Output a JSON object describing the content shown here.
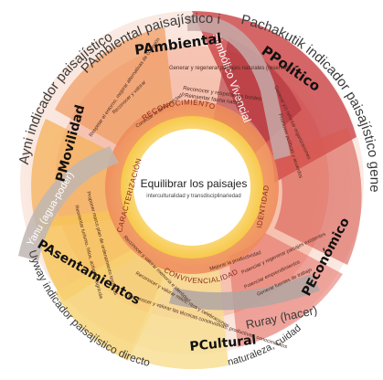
{
  "center": {
    "title": "Equilibrar los paisajes",
    "subtitle": "interculturalidad y transdisciplinariedad"
  },
  "outer_ring": {
    "top": "PAmbiental paisajístico inclusivo",
    "pachakutik": "Pachakutik indicador paisajístico generador de cambios",
    "ayni": "Ayni indicador paisajístico",
    "uyway": "Uyway indicador paisajístico directo",
    "bottom_right": "naturaleza, cuidado",
    "ruray": "Ruray (hacer)",
    "yanu": "Yanu (agua-poder)",
    "simbolico": "Simbólico Vivencial"
  },
  "sectors": [
    {
      "key": "ambiental",
      "label": "PAmbiental",
      "items": [
        "Generar y regenerar paisajes naturales (reservas)",
        "Reconocer y respetar los bordes",
        "Reinsertar fauna nativa"
      ]
    },
    {
      "key": "politico",
      "label": "PPolítico",
      "items": [
        "Generar y/o reforzar organizaciones",
        "Promover políticas y acuerdos"
      ]
    },
    {
      "key": "economico",
      "label": "PEconómico",
      "items": [
        "Potenciar y regenerar paisajes existentes",
        "Potenciar emprendimientos",
        "Generar fuentes de trabajo",
        "Mejorar la productividad"
      ]
    },
    {
      "key": "cultural",
      "label": "PCultural",
      "items": [
        "Reconocer y valorar las técnicas constructivas, productivas, conocimientos",
        "Reconocer y valorar mitos, ritos y celebraciones",
        "Reconocer y valorar memoria e identidad"
      ]
    },
    {
      "key": "asentamientos",
      "label": "PAsentamientos",
      "items": [
        "Proponer marco plan de ordenamiento territorial",
        "Reorientar turismo, hitos, actividad agrícola"
      ]
    },
    {
      "key": "movilidad",
      "label": "PMovilidad",
      "items": [
        "Respetar el entorno, mejorar alternativas de conexión",
        "Reconocer y valorar",
        "Conectar lo desconectado"
      ]
    }
  ],
  "inner_labels": {
    "reconocimiento": "RECONOCIMIENTO",
    "identidad": "IDENTIDAD",
    "convivencialidad": "CONVIVENCIALIDAD",
    "caracterizacion": "CARACTERIZACIÓN"
  },
  "colors": {
    "red_dark": "#b8323a",
    "red": "#d84a4a",
    "salmon": "#ef8d78",
    "orange": "#f4a64a",
    "yellow": "#f8cf5a",
    "pale_yellow": "#f9e6a0",
    "grey_band": "#9e8f8a"
  }
}
